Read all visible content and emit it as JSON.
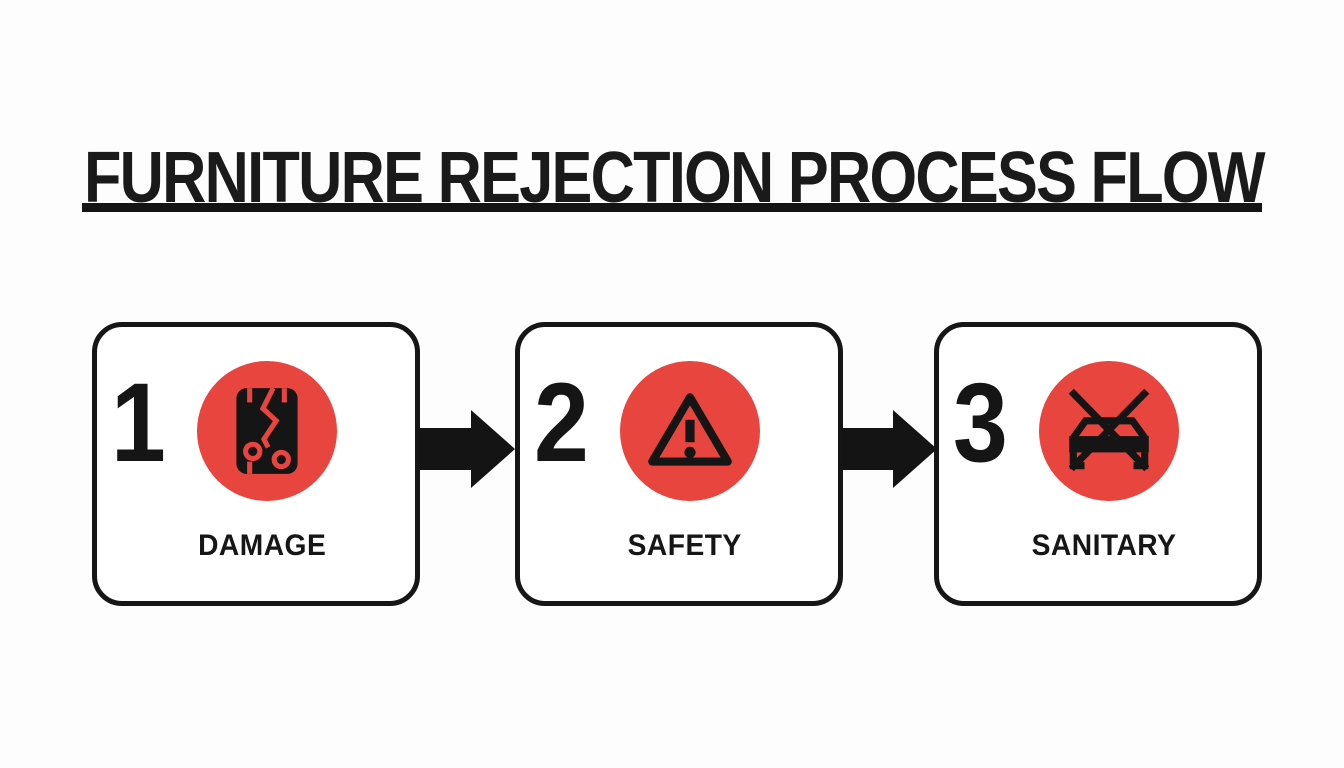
{
  "title": "FURNITURE REJECTION PROCESS FLOW",
  "colors": {
    "accent_red": "#E8453E",
    "ink_black": "#161616",
    "background": "#FDFDFD"
  },
  "steps": [
    {
      "number": "1",
      "label": "DAMAGE",
      "icon": "cracked-panel-icon"
    },
    {
      "number": "2",
      "label": "SAFETY",
      "icon": "warning-triangle-icon"
    },
    {
      "number": "3",
      "label": "SANITARY",
      "icon": "no-bed-icon"
    }
  ],
  "connectors": [
    {
      "type": "arrow-right"
    },
    {
      "type": "arrow-right"
    }
  ]
}
